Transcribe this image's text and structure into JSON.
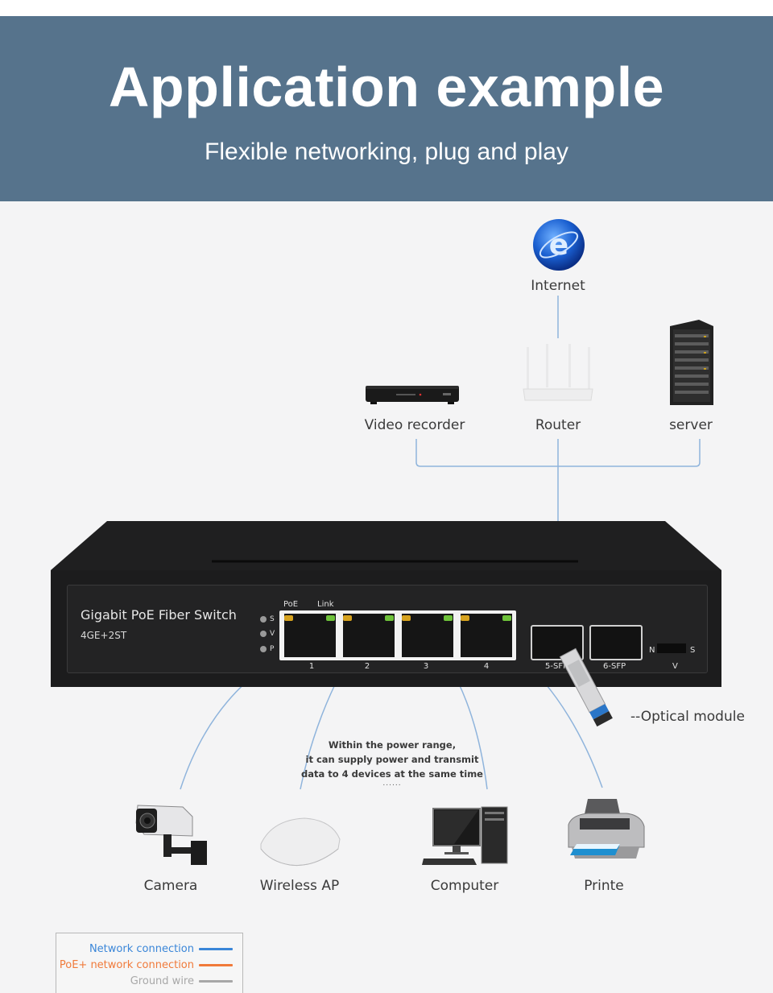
{
  "header": {
    "title": "Application example",
    "subtitle": "Flexible networking, plug and play",
    "background_color": "#56738c"
  },
  "upstream": {
    "internet": {
      "label": "Internet",
      "icon": "globe-ie-icon"
    },
    "video_recorder": {
      "label": "Video recorder",
      "icon": "nvr-icon"
    },
    "router": {
      "label": "Router",
      "icon": "router-icon"
    },
    "server": {
      "label": "server",
      "icon": "server-rack-icon"
    }
  },
  "switch": {
    "name": "Gigabit PoE Fiber Switch",
    "model": "4GE+2ST",
    "status_leds": [
      "S",
      "V",
      "P"
    ],
    "port_header": {
      "poe": "PoE",
      "link": "Link"
    },
    "rj45_ports": [
      "1",
      "2",
      "3",
      "4"
    ],
    "sfp_ports": [
      "5-SFP",
      "6-SFP"
    ],
    "dip_switch": {
      "left": "N",
      "right": "S",
      "label": "V"
    }
  },
  "optical_module": {
    "label": "--Optical module"
  },
  "poe_note": {
    "lines": [
      "Within the power range,",
      "it can supply power and transmit",
      "data to 4 devices at the same time"
    ],
    "ellipsis": "......"
  },
  "endpoints": [
    {
      "label": "Camera",
      "icon": "cctv-camera-icon"
    },
    {
      "label": "Wireless AP",
      "icon": "wireless-ap-icon"
    },
    {
      "label": "Computer",
      "icon": "desktop-computer-icon"
    },
    {
      "label": "Printe",
      "icon": "printer-icon"
    }
  ],
  "legend": {
    "items": [
      {
        "label": "Network connection",
        "color": "#3a86d8"
      },
      {
        "label": "PoE+ network connection",
        "color": "#f07a3a"
      },
      {
        "label": "Ground wire",
        "color": "#a8a8a8"
      }
    ]
  },
  "colors": {
    "connection_line": "#8fb4dc",
    "switch_body": "#1c1c1d",
    "poe_led": "#d6a21e",
    "link_led": "#6ec23a"
  }
}
